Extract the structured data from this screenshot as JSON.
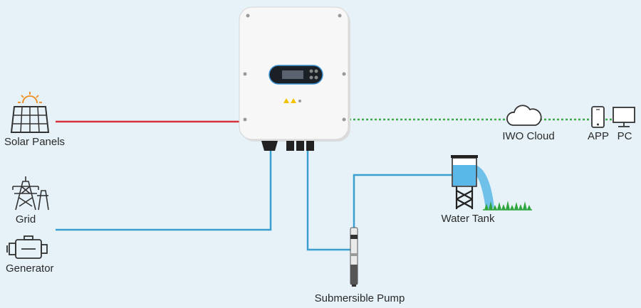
{
  "labels": {
    "solar_panels": "Solar Panels",
    "grid": "Grid",
    "generator": "Generator",
    "iwo_cloud": "IWO Cloud",
    "app": "APP",
    "pc": "PC",
    "water_tank": "Water Tank",
    "submersible_pump": "Submersible Pump"
  },
  "colors": {
    "background": "#e6f2f8",
    "dc_line": "#d8313c",
    "ac_line": "#3a9fd0",
    "comm_line": "#3aa845",
    "inverter_body": "#f7f7f7",
    "icon_dark": "#333333",
    "sun": "#f08a1c",
    "water": "#5ab8e8",
    "grass": "#2fa53e"
  },
  "icons": [
    "solar-panel-icon",
    "grid-tower-icon",
    "generator-icon",
    "cloud-icon",
    "phone-icon",
    "monitor-icon",
    "water-tank-icon",
    "submersible-pump-icon",
    "inverter-device"
  ]
}
